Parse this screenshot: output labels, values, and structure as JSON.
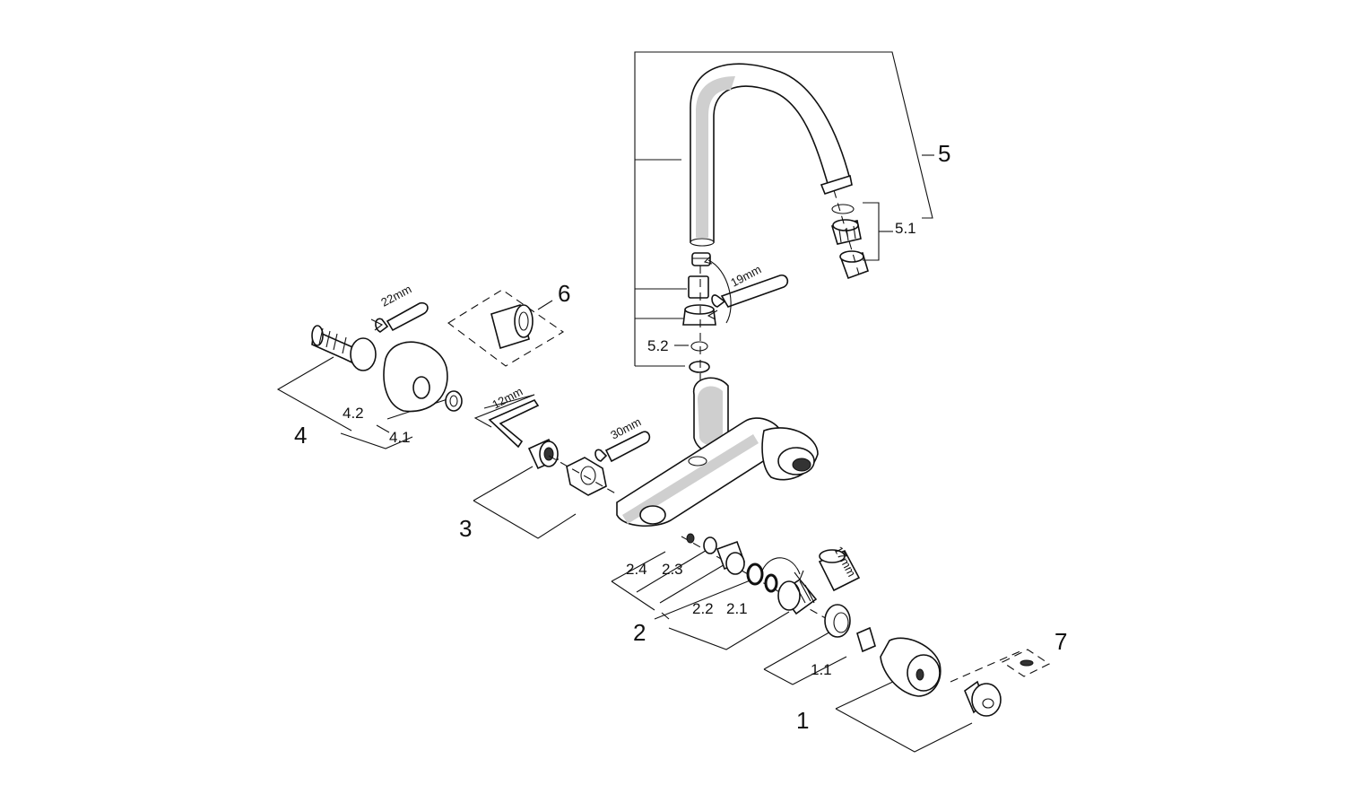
{
  "labels": {
    "1": "1",
    "1_1": "1.1",
    "2": "2",
    "2_1": "2.1",
    "2_2": "2.2",
    "2_3": "2.3",
    "2_4": "2.4",
    "3": "3",
    "4": "4",
    "4_1": "4.1",
    "4_2": "4.2",
    "5": "5",
    "5_1": "5.1",
    "5_2": "5.2",
    "6": "6",
    "7": "7"
  },
  "tools": {
    "wrench_22": "22mm",
    "wrench_19": "19mm",
    "wrench_30": "30mm",
    "allen_12": "12mm",
    "socket_17": "17mm"
  }
}
